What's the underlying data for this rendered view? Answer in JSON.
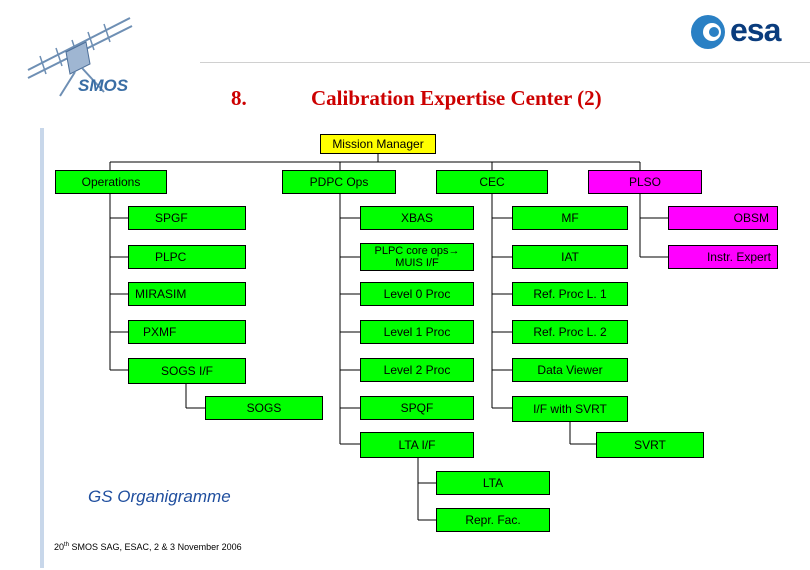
{
  "header": {
    "logo_left_text": "SMOS",
    "logo_right_text": "esa",
    "slide_number": "8.",
    "slide_title": "Calibration Expertise Center (2)"
  },
  "org": {
    "mission_manager": "Mission Manager",
    "operations": "Operations",
    "pdpc_ops": "PDPC Ops",
    "cec": "CEC",
    "plso": "PLSO",
    "spgf": "SPGF",
    "plpc": "PLPC",
    "mirasim": "MIRASIM",
    "pxmf": "PXMF",
    "sogs_if": "SOGS I/F",
    "sogs": "SOGS",
    "xbas": "XBAS",
    "plpc_core_line1": "PLPC core ops→",
    "plpc_core_line2": "MUIS I/F",
    "level0": "Level 0 Proc",
    "level1": "Level 1 Proc",
    "level2": "Level 2 Proc",
    "spqf": "SPQF",
    "lta_if": "LTA I/F",
    "lta": "LTA",
    "repr_fac": "Repr. Fac.",
    "mf": "MF",
    "iat": "IAT",
    "ref_proc1": "Ref. Proc L. 1",
    "ref_proc2": "Ref. Proc L. 2",
    "data_viewer": "Data Viewer",
    "if_svrt": "I/F with SVRT",
    "svrt": "SVRT",
    "obsm": "OBSM",
    "instr_expert": "Instr. Expert"
  },
  "caption": "GS Organigramme",
  "footer": {
    "prefix": "20",
    "superscript": "th",
    "rest": " SMOS SAG, ESAC, 2 & 3 November 2006"
  },
  "colors": {
    "green": "#00ff00",
    "pink": "#ff00ff",
    "yellow": "#ffff00",
    "title_red": "#cc0000",
    "caption_blue": "#1f4e9e",
    "esa_blue": "#0a3c7d"
  }
}
